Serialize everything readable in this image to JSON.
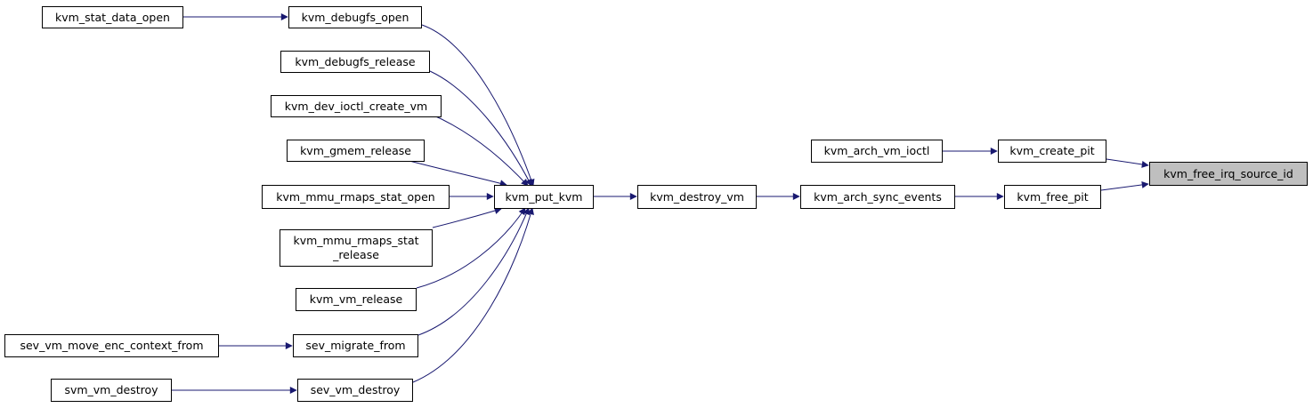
{
  "colors": {
    "edge": "#191970",
    "node_border": "#000000",
    "current_fill": "#bfbfbf",
    "background": "#ffffff"
  },
  "nodes": {
    "kvm_stat_data_open": "kvm_stat_data_open",
    "kvm_debugfs_open": "kvm_debugfs_open",
    "kvm_debugfs_release": "kvm_debugfs_release",
    "kvm_dev_ioctl_create_vm": "kvm_dev_ioctl_create_vm",
    "kvm_gmem_release": "kvm_gmem_release",
    "kvm_mmu_rmaps_stat_open": "kvm_mmu_rmaps_stat_open",
    "kvm_mmu_rmaps_stat_release": "kvm_mmu_rmaps_stat\n_release",
    "kvm_vm_release": "kvm_vm_release",
    "sev_vm_move_enc_context_from": "sev_vm_move_enc_context_from",
    "sev_migrate_from": "sev_migrate_from",
    "svm_vm_destroy": "svm_vm_destroy",
    "sev_vm_destroy": "sev_vm_destroy",
    "kvm_put_kvm": "kvm_put_kvm",
    "kvm_destroy_vm": "kvm_destroy_vm",
    "kvm_arch_sync_events": "kvm_arch_sync_events",
    "kvm_arch_vm_ioctl": "kvm_arch_vm_ioctl",
    "kvm_create_pit": "kvm_create_pit",
    "kvm_free_pit": "kvm_free_pit",
    "kvm_free_irq_source_id": "kvm_free_irq_source_id"
  },
  "edges": [
    [
      "kvm_stat_data_open",
      "kvm_debugfs_open"
    ],
    [
      "kvm_debugfs_open",
      "kvm_put_kvm"
    ],
    [
      "kvm_debugfs_release",
      "kvm_put_kvm"
    ],
    [
      "kvm_dev_ioctl_create_vm",
      "kvm_put_kvm"
    ],
    [
      "kvm_gmem_release",
      "kvm_put_kvm"
    ],
    [
      "kvm_mmu_rmaps_stat_open",
      "kvm_put_kvm"
    ],
    [
      "kvm_mmu_rmaps_stat_release",
      "kvm_put_kvm"
    ],
    [
      "kvm_vm_release",
      "kvm_put_kvm"
    ],
    [
      "sev_vm_move_enc_context_from",
      "sev_migrate_from"
    ],
    [
      "sev_migrate_from",
      "kvm_put_kvm"
    ],
    [
      "svm_vm_destroy",
      "sev_vm_destroy"
    ],
    [
      "sev_vm_destroy",
      "kvm_put_kvm"
    ],
    [
      "kvm_put_kvm",
      "kvm_destroy_vm"
    ],
    [
      "kvm_destroy_vm",
      "kvm_arch_sync_events"
    ],
    [
      "kvm_arch_sync_events",
      "kvm_free_pit"
    ],
    [
      "kvm_arch_vm_ioctl",
      "kvm_create_pit"
    ],
    [
      "kvm_create_pit",
      "kvm_free_irq_source_id"
    ],
    [
      "kvm_free_pit",
      "kvm_free_irq_source_id"
    ]
  ]
}
